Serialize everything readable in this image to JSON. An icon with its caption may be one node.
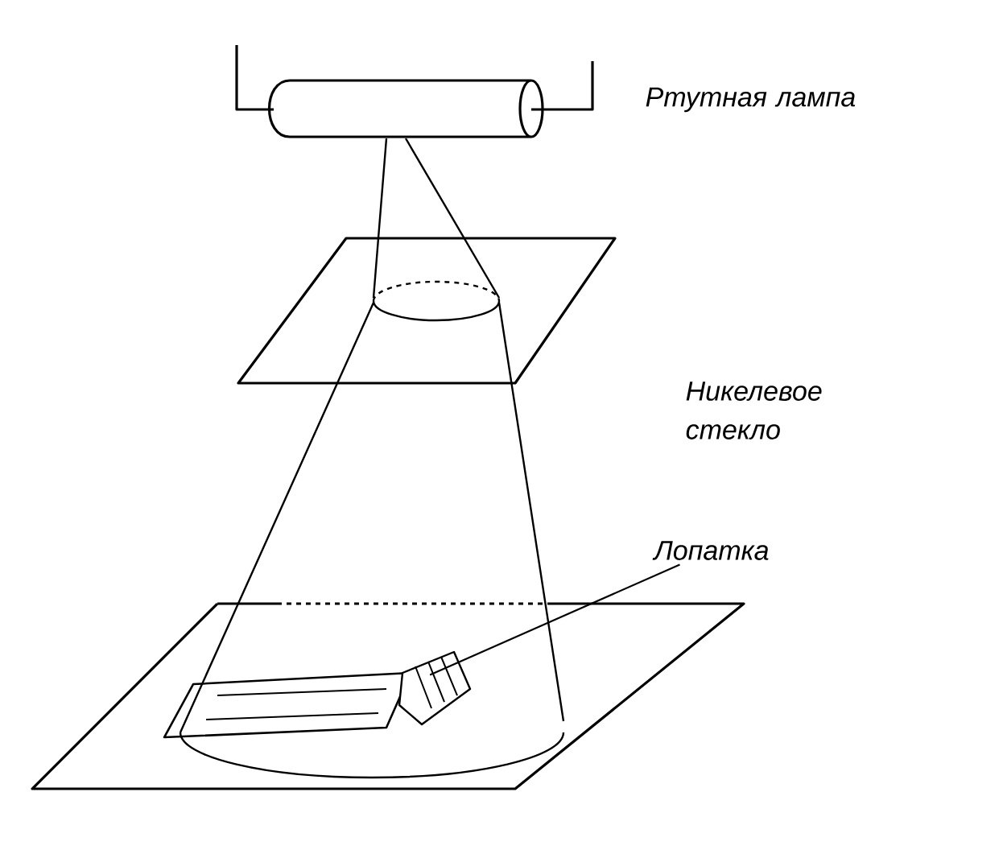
{
  "diagram": {
    "nodes": [
      {
        "text": [
          "Лопатка"
        ]
      },
      {
        "text": [],
        "shape": "picture"
      }
    ],
    "edges": [
      {
        "from": 0,
        "to": 1,
        "arrow": "none"
      }
    ],
    "labels": [
      "Ртутная лампа",
      "Никелевое стекло"
    ]
  }
}
